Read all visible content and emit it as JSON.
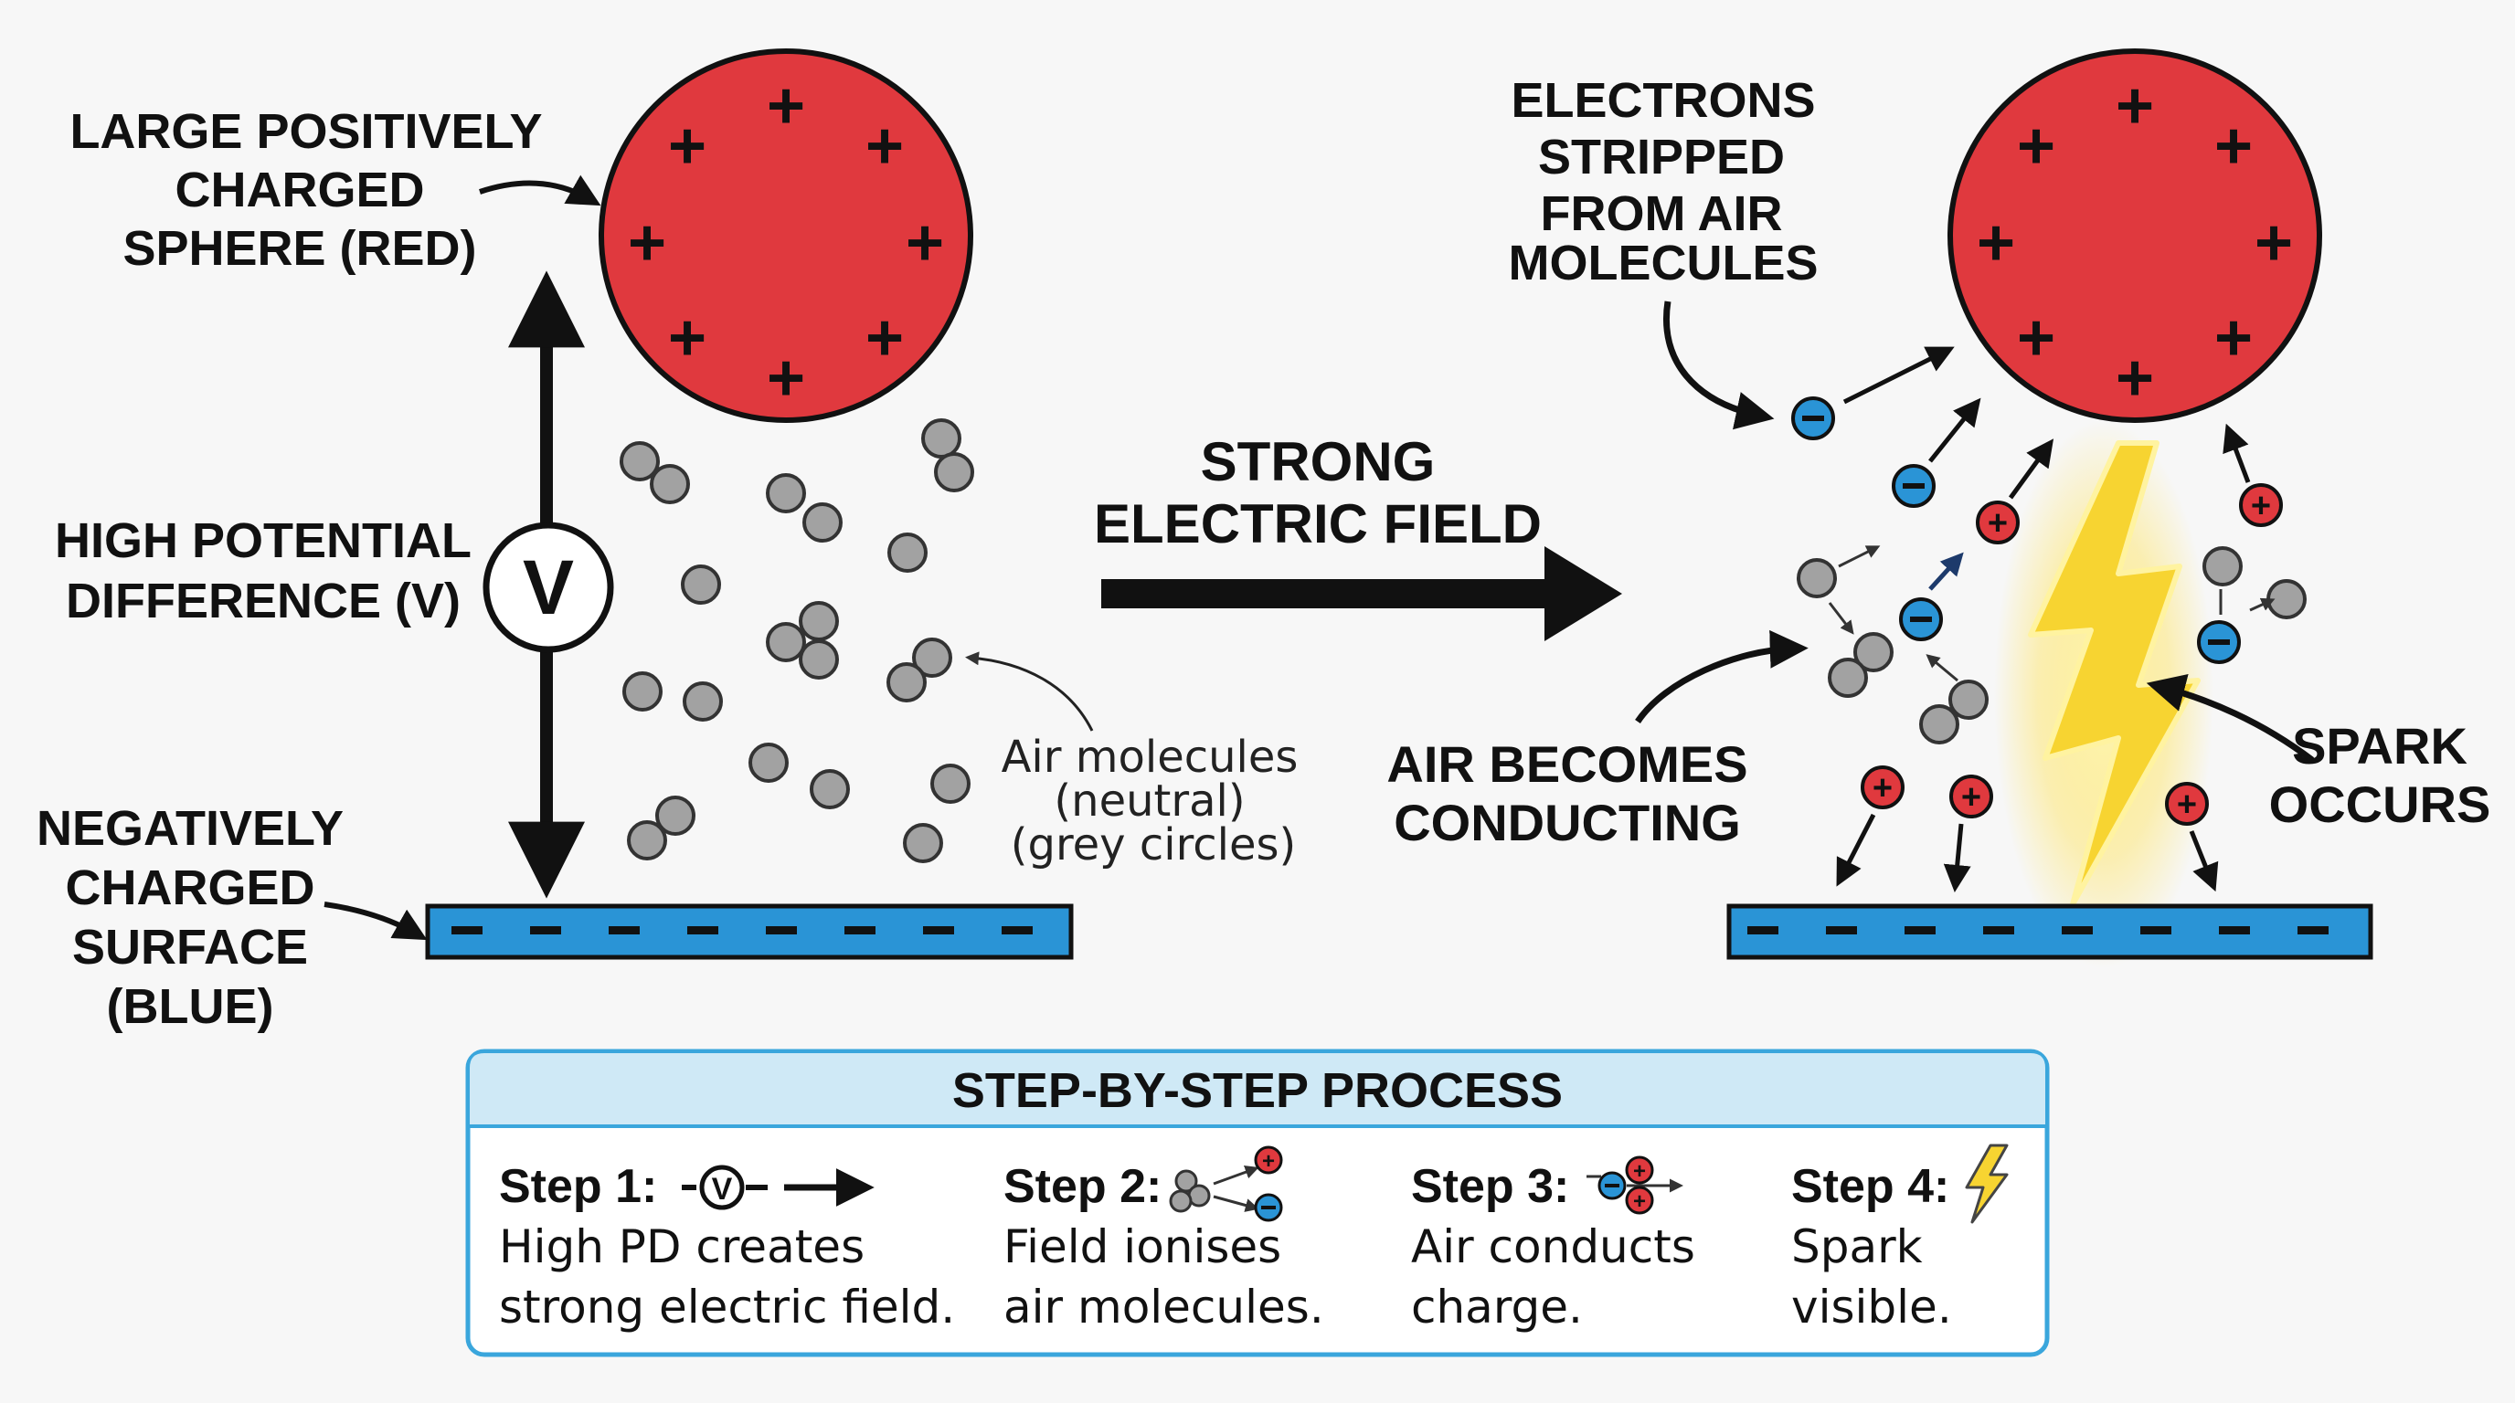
{
  "left": {
    "sphere_label": [
      "LARGE POSITIVELY",
      "CHARGED",
      "SPHERE (RED)"
    ],
    "pd_label": [
      "HIGH POTENTIAL",
      "DIFFERENCE (V)"
    ],
    "voltmeter": "V",
    "surface_label": [
      "NEGATIVELY",
      "CHARGED",
      "SURFACE",
      "(BLUE)"
    ],
    "air_label": [
      "Air molecules",
      "(neutral)",
      "(grey circles)"
    ]
  },
  "middle": {
    "field_label": [
      "STRONG",
      "ELECTRIC FIELD"
    ]
  },
  "right": {
    "electrons_label": [
      "ELECTRONS",
      "STRIPPED",
      "FROM AIR",
      "MOLECULES"
    ],
    "conducting_label": [
      "AIR BECOMES",
      "CONDUCTING"
    ],
    "spark_label": [
      "SPARK",
      "OCCURS"
    ]
  },
  "process": {
    "title": "STEP-BY-STEP PROCESS",
    "steps": [
      {
        "label": "Step 1:",
        "lines": [
          "High PD creates",
          "strong electric field."
        ],
        "icon": "voltmeter-arrow-icon"
      },
      {
        "label": "Step 2:",
        "lines": [
          "Field ionises",
          "air molecules."
        ],
        "icon": "ionisation-icon"
      },
      {
        "label": "Step 3:",
        "lines": [
          "Air conducts",
          "charge."
        ],
        "icon": "charge-flow-icon"
      },
      {
        "label": "Step 4:",
        "lines": [
          "Spark",
          "visible."
        ],
        "icon": "lightning-icon"
      }
    ]
  },
  "symbols": {
    "plus": "+",
    "minus": "−"
  },
  "colors": {
    "sphere": "#e0393e",
    "surface": "#2a94d6",
    "molecule": "#9e9e9e",
    "electron": "#2a94d6",
    "ion": "#e0393e",
    "spark": "#f7d431",
    "box_border": "#3aa6dc",
    "box_header": "#cfe9f6"
  }
}
